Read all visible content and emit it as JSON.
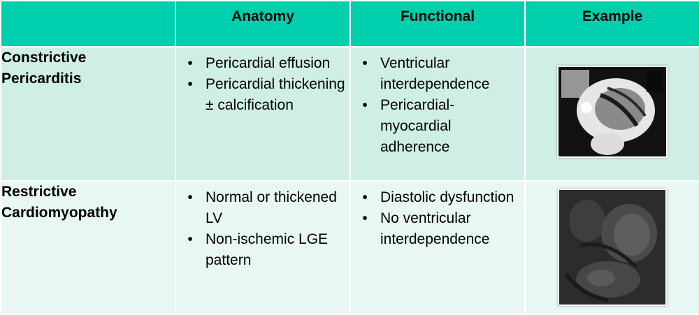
{
  "header": {
    "corner": "",
    "col_anatomy": "Anatomy",
    "col_functional": "Functional",
    "col_example": "Example"
  },
  "rows": [
    {
      "title_line1": "Constrictive",
      "title_line2": "Pericarditis",
      "anatomy": [
        "Pericardial effusion",
        "Pericardial thickening ± calcification"
      ],
      "functional": [
        "Ventricular interdependence",
        "Pericardial-myocardial adherence"
      ]
    },
    {
      "title_line1": "Restrictive",
      "title_line2": "Cardiomyopathy",
      "anatomy": [
        "Normal or thickened LV",
        "Non-ischemic LGE pattern"
      ],
      "functional": [
        "Diastolic dysfunction",
        "No ventricular interdependence"
      ]
    }
  ],
  "bullet": "•",
  "colors": {
    "header_bg": "#00cfad",
    "row1_bg": "#cfeee6",
    "row2_bg": "#e8f7f3"
  }
}
